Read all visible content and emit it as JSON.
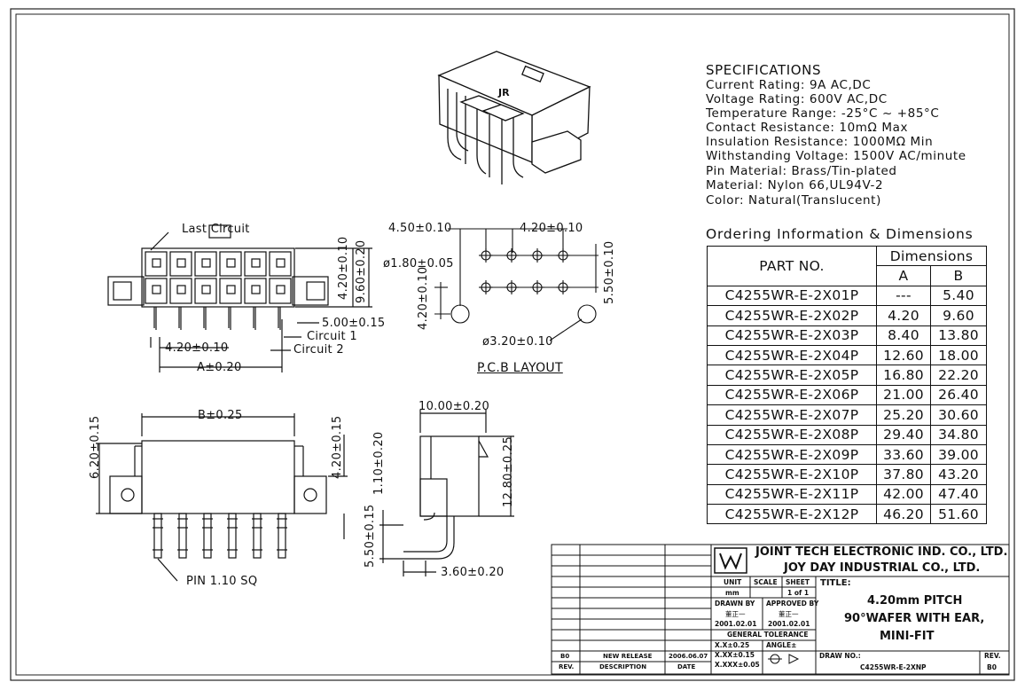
{
  "specifications": {
    "title": "SPECIFICATIONS",
    "lines": [
      "Current Rating: 9A AC,DC",
      "Voltage Rating: 600V AC,DC",
      "Temperature Range: -25°C ~ +85°C",
      "Contact Resistance: 10mΩ Max",
      "Insulation Resistance: 1000MΩ Min",
      "Withstanding Voltage: 1500V AC/minute",
      "Pin Material: Brass/Tin-plated",
      "Material: Nylon 66,UL94V-2",
      "Color: Natural(Translucent)"
    ]
  },
  "ordering": {
    "title": "Ordering Information & Dimensions",
    "header_part": "PART NO.",
    "header_dims": "Dimensions",
    "header_a": "A",
    "header_b": "B",
    "rows": [
      {
        "part": "C4255WR-E-2X01P",
        "a": "---",
        "b": "5.40"
      },
      {
        "part": "C4255WR-E-2X02P",
        "a": "4.20",
        "b": "9.60"
      },
      {
        "part": "C4255WR-E-2X03P",
        "a": "8.40",
        "b": "13.80"
      },
      {
        "part": "C4255WR-E-2X04P",
        "a": "12.60",
        "b": "18.00"
      },
      {
        "part": "C4255WR-E-2X05P",
        "a": "16.80",
        "b": "22.20"
      },
      {
        "part": "C4255WR-E-2X06P",
        "a": "21.00",
        "b": "26.40"
      },
      {
        "part": "C4255WR-E-2X07P",
        "a": "25.20",
        "b": "30.60"
      },
      {
        "part": "C4255WR-E-2X08P",
        "a": "29.40",
        "b": "34.80"
      },
      {
        "part": "C4255WR-E-2X09P",
        "a": "33.60",
        "b": "39.00"
      },
      {
        "part": "C4255WR-E-2X10P",
        "a": "37.80",
        "b": "43.20"
      },
      {
        "part": "C4255WR-E-2X11P",
        "a": "42.00",
        "b": "47.40"
      },
      {
        "part": "C4255WR-E-2X12P",
        "a": "46.20",
        "b": "51.60"
      }
    ]
  },
  "front_view": {
    "last_circuit": "Last Circuit",
    "circuit1": "Circuit 1",
    "circuit2": "Circuit 2",
    "dim_pitch": "4.20±0.10",
    "dim_a": "A±0.20",
    "dim_h1": "4.20±0.10",
    "dim_h2": "9.60±0.20",
    "dim_tail": "5.00±0.15"
  },
  "pcb": {
    "dim_left": "4.50±0.10",
    "dim_pitch": "4.20±0.10",
    "dim_hole": "ø1.80±0.05",
    "dim_row": "5.50±0.10",
    "dim_v": "4.20±0.10",
    "dim_peg": "ø3.20±0.10",
    "caption": "P.C.B LAYOUT"
  },
  "bottom_view": {
    "dim_b": "B±0.25",
    "dim_h": "6.20±0.15",
    "dim_r": "4.20±0.15",
    "pin": "PIN 1.10 SQ"
  },
  "side_view": {
    "dim_w": "10.00±0.20",
    "dim_h": "12.80±0.25",
    "dim_1": "1.10±0.20",
    "dim_2": "5.50±0.15",
    "dim_3": "3.60±0.20"
  },
  "title_block": {
    "company1": "JOINT TECH ELECTRONIC IND. CO., LTD.",
    "company2": "JOY DAY INDUSTRIAL CO., LTD.",
    "unit_label": "UNIT",
    "unit_value": "mm",
    "scale_label": "SCALE",
    "sheet_label": "SHEET",
    "sheet_value": "1 of 1",
    "title_label": "TITLE:",
    "title1": "4.20mm PITCH",
    "title2": "90°WAFER WITH EAR,",
    "title3": "MINI-FIT",
    "drawn_label": "DRAWN BY",
    "approved_label": "APPROVED BY",
    "drawn_name": "董正一",
    "approved_name": "董正一",
    "drawn_date": "2001.02.01",
    "approved_date": "2001.02.01",
    "tolerance_label": "GENERAL TOLERANCE",
    "tol1": "X.X±0.25",
    "tol2": "X.XX±0.15",
    "tol3": "X.XXX±0.05",
    "angle_label": "ANGLE±",
    "drawno_label": "DRAW NO.:",
    "drawno_value": "C4255WR-E-2XNP",
    "rev_label": "REV.",
    "rev_value": "B0",
    "hist_rev": "B0",
    "hist_desc": "NEW RELEASE",
    "hist_date": "2006.06.07",
    "col_rev": "REV.",
    "col_desc": "DESCRIPTION",
    "col_date": "DATE"
  }
}
